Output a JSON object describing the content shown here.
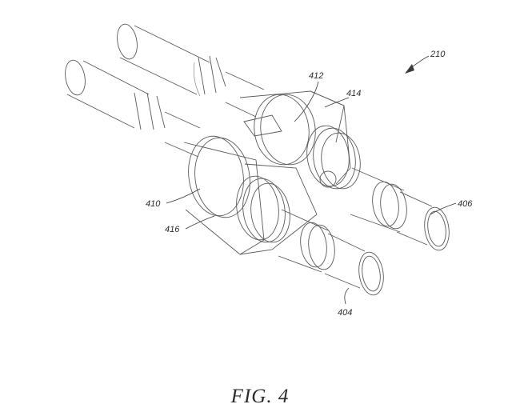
{
  "figure": {
    "caption": "FIG. 4",
    "labels": {
      "assembly": "210",
      "front_tube": "404",
      "rear_tube": "406",
      "front_collar": "410",
      "rear_collar": "412",
      "rear_bracket": "414",
      "front_bracket": "416"
    },
    "colors": {
      "line": "#5a5a5a",
      "text": "#2a2a2a",
      "background": "#ffffff"
    }
  }
}
